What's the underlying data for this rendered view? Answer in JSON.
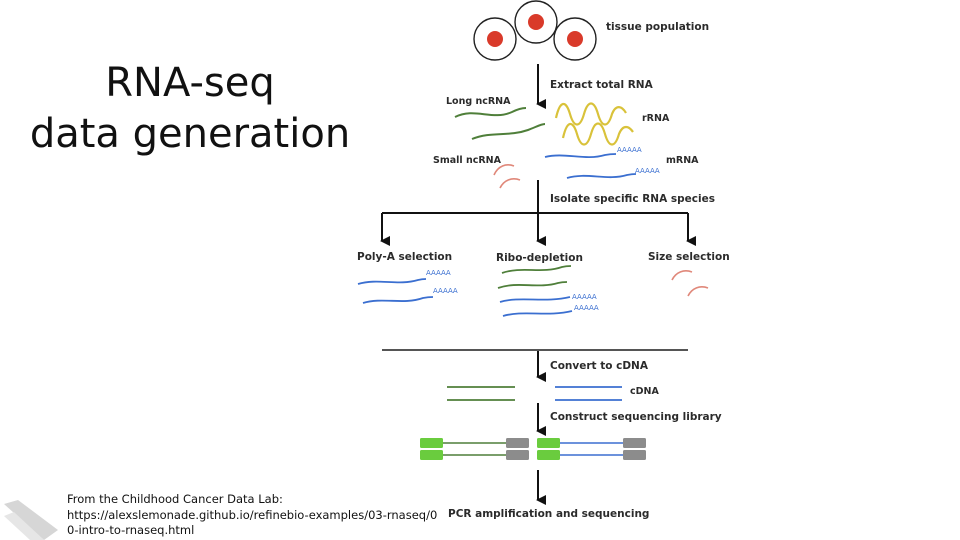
{
  "slide": {
    "title_line1": "RNA-seq",
    "title_line2": "data generation",
    "credit_line1": "From the Childhood Cancer Data Lab:",
    "credit_line2": "https://alexslemonade.github.io/refinebio-examples/03-rnaseq/0",
    "credit_line3": "0-intro-to-rnaseq.html"
  },
  "diagram": {
    "tissue": "tissue population",
    "extract": "Extract total RNA",
    "long_ncrna": "Long ncRNA",
    "rrna": "rRNA",
    "small_ncrna": "Small ncRNA",
    "mrna": "mRNA",
    "isolate": "Isolate specific RNA species",
    "polya_selection": "Poly-A selection",
    "ribo_depletion": "Ribo-depletion",
    "size_selection": "Size selection",
    "convert": "Convert to cDNA",
    "cdna": "cDNA",
    "construct": "Construct sequencing library",
    "pcr": "PCR amplification and sequencing",
    "polya_tail": "AAAAA"
  },
  "colors": {
    "long_ncrna": "#4f7f3a",
    "rrna": "#d9c23a",
    "small_ncrna": "#e0887a",
    "mrna": "#3b6fd0",
    "cell_nucleus": "#d93a2a",
    "adapter_green": "#6acc3e",
    "adapter_gray": "#8c8c8c"
  }
}
